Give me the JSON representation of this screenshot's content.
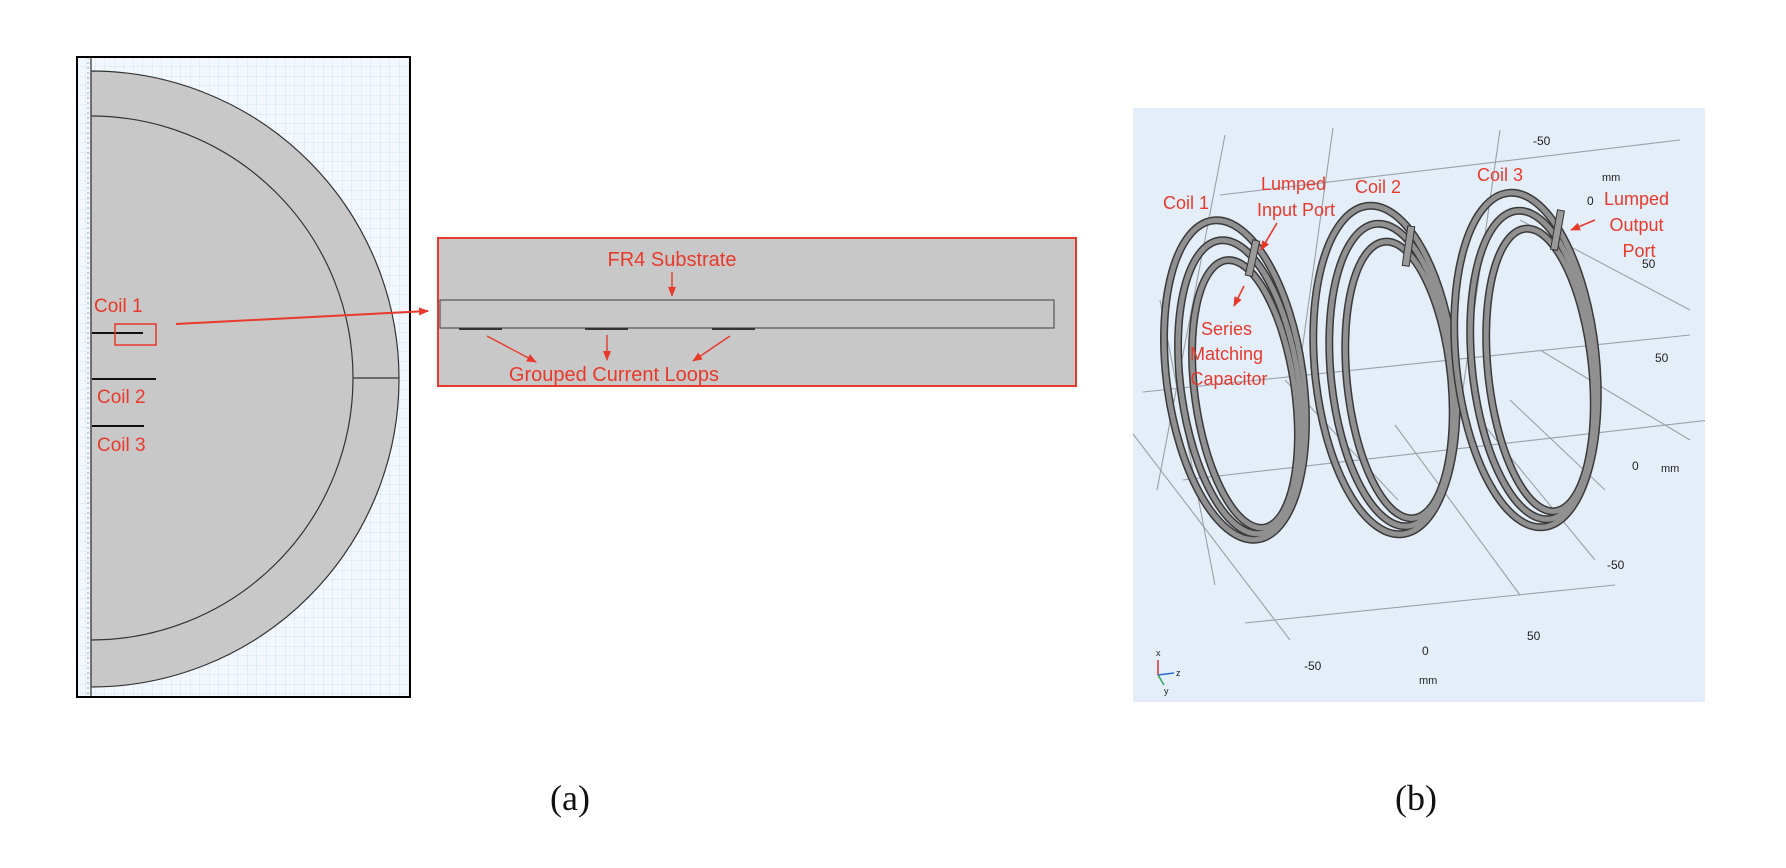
{
  "colors": {
    "annotation": "#e8392b",
    "geometry_fill": "#c8c8c8",
    "grid_line": "#c9dff0",
    "panel_b_background": "#e4eef8",
    "coil_fill": "#8f8f8f"
  },
  "panel_a": {
    "coil1_label": "Coil 1",
    "coil2_label": "Coil 2",
    "coil3_label": "Coil 3",
    "inset": {
      "substrate_label": "FR4 Substrate",
      "loops_label": "Grouped Current Loops"
    },
    "caption": "(a)"
  },
  "panel_b": {
    "coil1_label": "Coil 1",
    "coil2_label": "Coil 2",
    "coil3_label": "Coil 3",
    "input_port_label": [
      "Lumped",
      "Input Port"
    ],
    "capacitor_label": [
      "Series",
      "Matching",
      "Capacitor"
    ],
    "output_port_label": [
      "Lumped",
      "Output",
      "Port"
    ],
    "ticks": {
      "top_m50": "-50",
      "top_mm": "mm",
      "top_0": "0",
      "right_50a": "50",
      "right_50b": "50",
      "right_0": "0",
      "right_mm": "mm",
      "right_m50": "-50",
      "bottom_50": "50",
      "bottom_0": "0",
      "bottom_m50": "-50",
      "bottom_mm": "mm"
    },
    "axis_triad": {
      "x": "x",
      "z": "z",
      "y": "y"
    },
    "caption": "(b)"
  }
}
